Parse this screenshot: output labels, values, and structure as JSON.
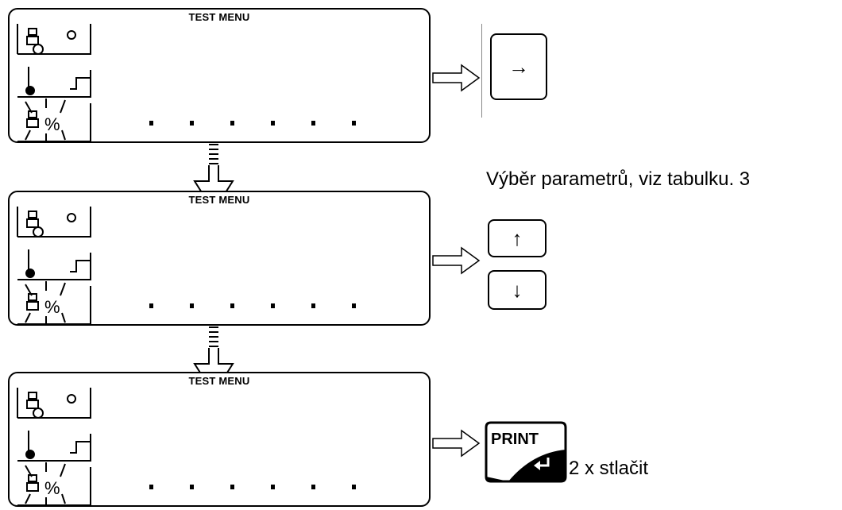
{
  "panels": [
    {
      "title": "TEST MENU"
    },
    {
      "title": "TEST MENU"
    },
    {
      "title": "TEST MENU"
    }
  ],
  "step1": {
    "key_icon": "arrow-right-icon"
  },
  "step2": {
    "caption": "Výběr parametrů, viz tabulku. 3",
    "key_up_icon": "arrow-up-icon",
    "key_down_icon": "arrow-down-icon"
  },
  "step3": {
    "key_label": "PRINT",
    "caption": "2 x stlačit"
  }
}
